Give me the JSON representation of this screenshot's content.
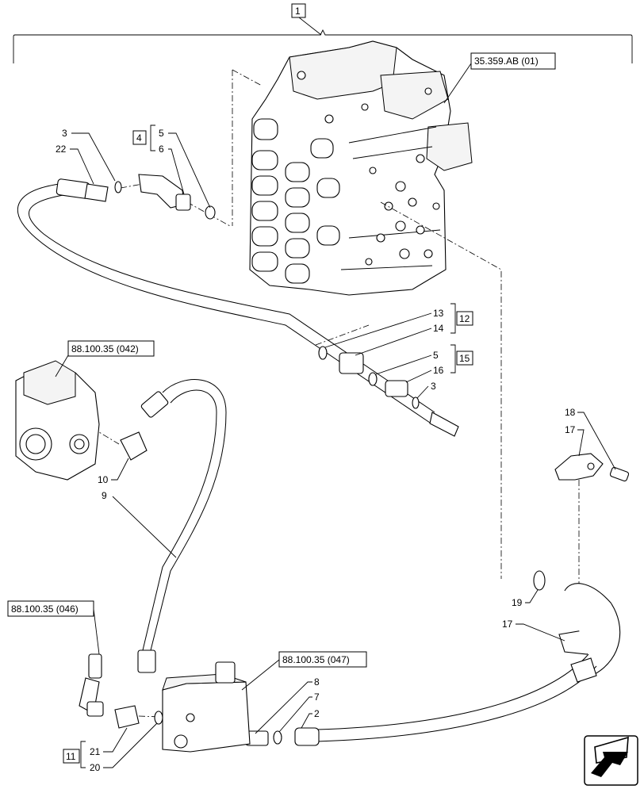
{
  "assembly_label": "1",
  "references": {
    "valve": "35.359.AB (01)",
    "pump": "88.100.35 (042)",
    "left": "88.100.35 (046)",
    "block": "88.100.35 (047)"
  },
  "kits": {
    "k4": "4",
    "k12": "12",
    "k15": "15",
    "k11": "11"
  },
  "callouts": {
    "c3a": "3",
    "c22": "22",
    "c5a": "5",
    "c6": "6",
    "c13": "13",
    "c14": "14",
    "c5b": "5",
    "c16": "16",
    "c3b": "3",
    "c10": "10",
    "c9": "9",
    "c18": "18",
    "c17a": "17",
    "c19": "19",
    "c17b": "17",
    "c8": "8",
    "c7": "7",
    "c2": "2",
    "c21": "21",
    "c20": "20"
  },
  "icons": {
    "nav": "arrow-navigation-icon"
  }
}
